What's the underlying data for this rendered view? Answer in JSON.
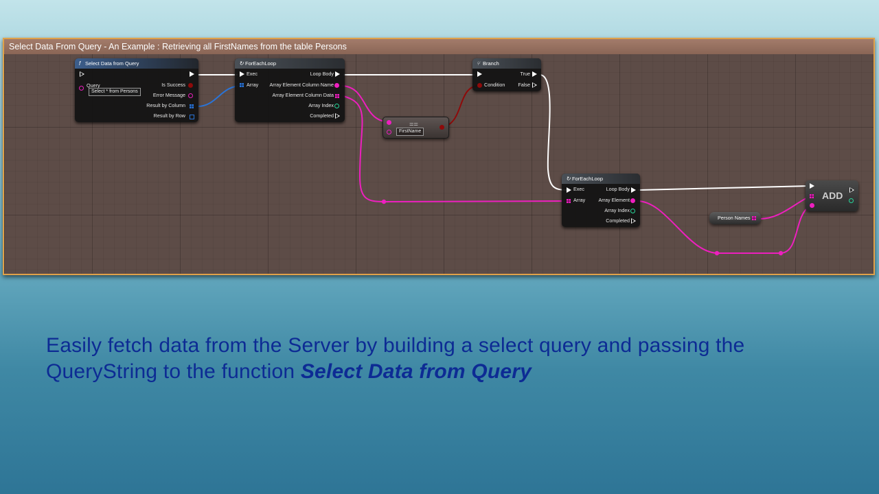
{
  "comment": {
    "title": "Select Data From Query - An Example : Retrieving all FirstNames from the table Persons"
  },
  "nodes": {
    "select_query": {
      "title": "Select Data from Query",
      "query_label": "Query",
      "query_value": "Select * from Persons",
      "is_success": "Is Success",
      "error_message": "Error Message",
      "result_by_column": "Result by Column",
      "result_by_row": "Result by Row"
    },
    "foreach1": {
      "title": "ForEachLoop",
      "exec": "Exec",
      "array": "Array",
      "loop_body": "Loop Body",
      "element_name": "Array Element Column Name",
      "element_data": "Array Element Column Data",
      "array_index": "Array Index",
      "completed": "Completed"
    },
    "branch": {
      "title": "Branch",
      "condition": "Condition",
      "true_label": "True",
      "false_label": "False"
    },
    "equal": {
      "symbol": "==",
      "value": "FirstName"
    },
    "foreach2": {
      "title": "ForEachLoop",
      "exec": "Exec",
      "array": "Array",
      "loop_body": "Loop Body",
      "element": "Array Element",
      "array_index": "Array Index",
      "completed": "Completed"
    },
    "person_names": {
      "label": "Person Names"
    },
    "add": {
      "label": "ADD"
    }
  },
  "caption": {
    "text": "Easily fetch data from the Server by building a select query and passing the QueryString to the function ",
    "emphasis": "Select Data from Query"
  },
  "colors": {
    "exec_wire": "#ffffff",
    "string_wire": "#ee1fbf",
    "array_wire": "#2a74d8",
    "bool_wire": "#8e0a0a",
    "comment_border": "#e0a24a",
    "caption": "#0d2b94"
  }
}
